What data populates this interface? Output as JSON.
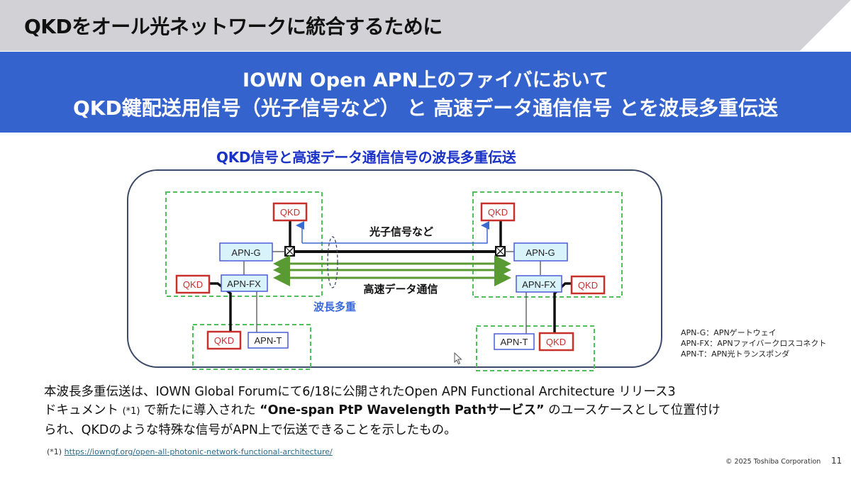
{
  "header": {
    "title": "QKDをオール光ネットワークに統合するために"
  },
  "banner": {
    "line1": "IOWN Open APN上のファイバにおいて",
    "line2": "QKD鍵配送用信号（光子信号など） と 高速データ通信信号 とを波長多重伝送"
  },
  "diagram": {
    "title": "QKD信号と高速データ通信信号の波長多重伝送",
    "node_labels": {
      "qkd": "QKD",
      "apn_g": "APN-G",
      "apn_fx": "APN-FX",
      "apn_t": "APN-T"
    },
    "photon_label": "光子信号など",
    "data_label": "高速データ通信",
    "wdm_label": "波長多重",
    "colors": {
      "qkd_border": "#c8302c",
      "apn_border": "#4a5bd8",
      "apn_fill": "#d8f3fa",
      "dashed_group": "#4fc05a",
      "data_arrows": "#5a9a32",
      "photon_arrow": "#3a6ad0",
      "wdm_label": "#3a6ad8",
      "frame": "#3d4a6a"
    }
  },
  "legend": {
    "items": [
      "APN-G：APNゲートウェイ",
      "APN-FX：APNファイバークロスコネクト",
      "APN-T：APN光トランスポンダ"
    ]
  },
  "body": {
    "line1": "本波長多重伝送は、IOWN Global Forumにて6/18に公開されたOpen APN Functional Architecture リリース3",
    "line2_pre": "ドキュメント ",
    "line2_ref": "(*1)",
    "line2_mid": " で新たに導入された ",
    "line2_bold": "“One-span PtP Wavelength Pathサービス”",
    "line2_post": " のユースケースとして位置付け",
    "line3": "られ、QKDのような特殊な信号がAPN上で伝送できることを示したもの。"
  },
  "footnote": {
    "ref": "(*1)",
    "link": "https://iowngf.org/open-all-photonic-network-functional-architecture/"
  },
  "footer": {
    "copyright": "© 2025 Toshiba Corporation",
    "page_number": "11"
  }
}
